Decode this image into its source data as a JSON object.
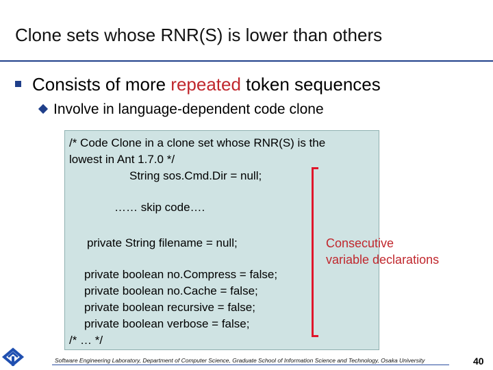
{
  "slide": {
    "title": "Clone sets whose RNR(S) is lower than others",
    "bullet1": {
      "prefix": "Consists of more ",
      "highlight": "repeated",
      "suffix": " token sequences"
    },
    "bullet2": "Involve  in language-dependent code clone",
    "code_lines": [
      "/*  Code Clone in a clone set whose RNR(S) is the",
      "lowest in Ant 1.7.0 */",
      "String sos.Cmd.Dir = null;",
      "…… skip code….",
      "private String filename = null;",
      "private boolean no.Compress = false;",
      "private boolean no.Cache = false;",
      "private boolean recursive = false;",
      "private boolean verbose = false;",
      "/* … */"
    ],
    "note": [
      "Consecutive",
      "variable declarations"
    ],
    "footer": "Software Engineering Laboratory, Department of Computer Science, Graduate School of Information Science and Technology, Osaka University",
    "page_number": "40"
  },
  "colors": {
    "accent": "#c0272d",
    "bracket": "#e0162b",
    "code_background": "#cfe3e3",
    "rule": "#1f3f8a"
  },
  "icons": [
    "square-bullet-icon",
    "diamond-bullet-icon",
    "lab-logo-icon"
  ]
}
